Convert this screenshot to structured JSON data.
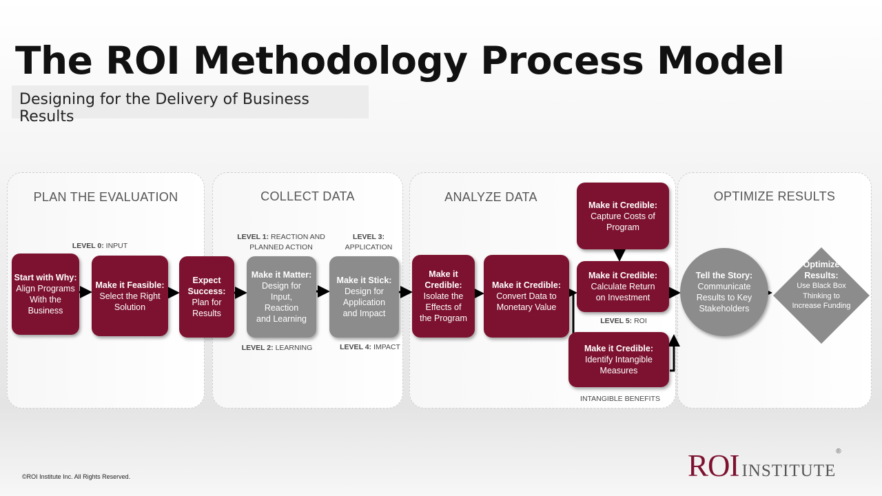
{
  "header": {
    "title": "The ROI Methodology Process Model",
    "subtitle": "Designing for the Delivery of Business Results"
  },
  "phases": {
    "plan": "PLAN THE EVALUATION",
    "collect": "COLLECT DATA",
    "analyze": "ANALYZE DATA",
    "optimize": "OPTIMIZE RESULTS"
  },
  "levels": {
    "l0_bold": "LEVEL 0:",
    "l0_text": "INPUT",
    "l1_bold": "LEVEL 1:",
    "l1_text": "REACTION AND",
    "l1_text2": "PLANNED ACTION",
    "l2_bold": "LEVEL 2:",
    "l2_text": "LEARNING",
    "l3_bold": "LEVEL 3:",
    "l3_text": "APPLICATION",
    "l4_bold": "LEVEL 4:",
    "l4_text": "IMPACT",
    "l5_bold": "LEVEL 5:",
    "l5_text": "ROI",
    "intangible": "INTANGIBLE BENEFITS"
  },
  "steps": {
    "why": {
      "bold": "Start with Why:",
      "lines": [
        "Align Programs",
        "With the",
        "Business"
      ]
    },
    "feasible": {
      "bold": "Make it Feasible:",
      "lines": [
        "Select the Right",
        "Solution"
      ]
    },
    "expect": {
      "bold1": "Expect",
      "bold2": "Success:",
      "lines": [
        "Plan for",
        "Results"
      ]
    },
    "matter": {
      "bold": "Make it Matter:",
      "lines": [
        "Design for",
        "Input,",
        "Reaction",
        "and Learning"
      ]
    },
    "stick": {
      "bold": "Make it Stick:",
      "lines": [
        "Design for",
        "Application",
        "and Impact"
      ]
    },
    "isolate": {
      "bold1": "Make it",
      "bold2": "Credible:",
      "lines": [
        "Isolate the",
        "Effects of",
        "the Program"
      ]
    },
    "convert": {
      "bold": "Make it Credible:",
      "lines": [
        "Convert Data to",
        "Monetary Value"
      ]
    },
    "costs": {
      "bold": "Make it Credible:",
      "lines": [
        "Capture Costs of",
        "Program"
      ]
    },
    "roi": {
      "bold": "Make it Credible:",
      "lines": [
        "Calculate Return",
        "on Investment"
      ]
    },
    "intangible": {
      "bold": "Make it Credible:",
      "lines": [
        "Identify Intangible",
        "Measures"
      ]
    },
    "story": {
      "bold": "Tell the Story:",
      "lines": [
        "Communicate",
        "Results to Key",
        "Stakeholders"
      ]
    },
    "optimize": {
      "bold1": "Optimize",
      "bold2": "Results:",
      "lines": [
        "Use Black Box",
        "Thinking to",
        "Increase Funding"
      ]
    }
  },
  "colors": {
    "accent": "#7d1230",
    "gray": "#8c8c8c"
  },
  "footer": {
    "copyright": "©ROI Institute Inc. All Rights Reserved.",
    "logo_roi": "ROI",
    "logo_institute": "INSTITUTE",
    "logo_reg": "®"
  }
}
